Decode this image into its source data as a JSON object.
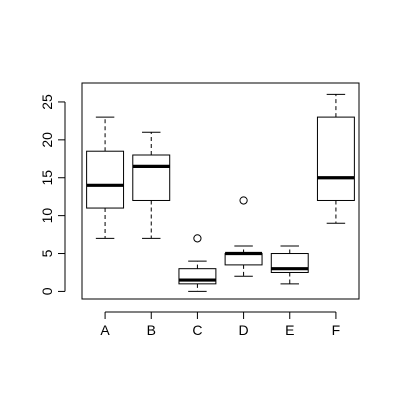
{
  "chart_data": {
    "type": "boxplot",
    "categories": [
      "A",
      "B",
      "C",
      "D",
      "E",
      "F"
    ],
    "y_ticks": [
      0,
      5,
      10,
      15,
      20,
      25
    ],
    "ylim": [
      -1,
      27.5
    ],
    "grid": false,
    "boxes": [
      {
        "category": "A",
        "whisker_low": 7,
        "q1": 11,
        "median": 14,
        "q3": 18.5,
        "whisker_high": 23,
        "outliers": []
      },
      {
        "category": "B",
        "whisker_low": 7,
        "q1": 12,
        "median": 16.5,
        "q3": 18,
        "whisker_high": 21,
        "outliers": []
      },
      {
        "category": "C",
        "whisker_low": 0,
        "q1": 1,
        "median": 1.5,
        "q3": 3,
        "whisker_high": 4,
        "outliers": [
          7
        ]
      },
      {
        "category": "D",
        "whisker_low": 2,
        "q1": 3.5,
        "median": 5,
        "q3": 5,
        "whisker_high": 6,
        "outliers": [
          12
        ]
      },
      {
        "category": "E",
        "whisker_low": 1,
        "q1": 2.5,
        "median": 3,
        "q3": 5,
        "whisker_high": 6,
        "outliers": []
      },
      {
        "category": "F",
        "whisker_low": 9,
        "q1": 12,
        "median": 15,
        "q3": 23,
        "whisker_high": 26,
        "outliers": []
      }
    ],
    "title": "",
    "xlabel": "",
    "ylabel": ""
  }
}
